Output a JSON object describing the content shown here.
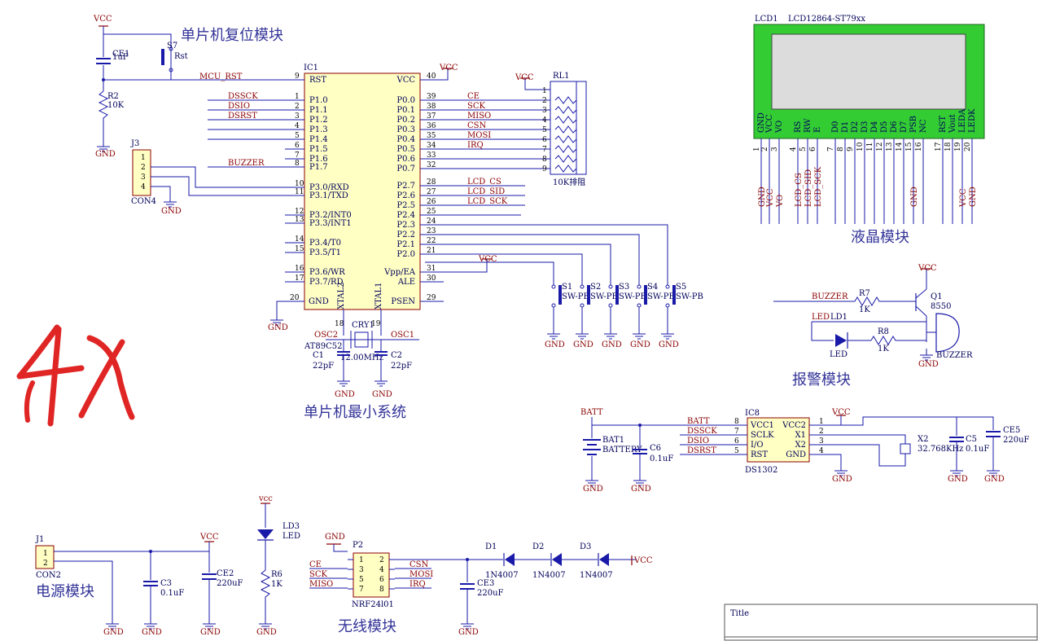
{
  "modules": {
    "reset": "单片机复位模块",
    "mcu": "单片机最小系统",
    "lcd": "液晶模块",
    "alarm": "报警模块",
    "power": "电源模块",
    "wireless": "无线模块"
  },
  "handwriting": "4x",
  "labels": {
    "vcc": "VCC",
    "vcc_lower": "vcc",
    "gnd": "GND",
    "mcu_rst": "MCU_RST",
    "buzzer_net": "BUZZER",
    "led_net": "LED",
    "osc1": "OSC1",
    "osc2": "OSC2",
    "batt": "BATT"
  },
  "ic1": {
    "ref": "IC1",
    "part": "AT89C52",
    "left_pins": [
      {
        "num": "9",
        "name": "RST"
      },
      {
        "num": "1",
        "name": "P1.0"
      },
      {
        "num": "2",
        "name": "P1.1"
      },
      {
        "num": "3",
        "name": "P1.2"
      },
      {
        "num": "4",
        "name": "P1.3"
      },
      {
        "num": "5",
        "name": "P1.4"
      },
      {
        "num": "6",
        "name": "P1.5"
      },
      {
        "num": "7",
        "name": "P1.6"
      },
      {
        "num": "8",
        "name": "P1.7"
      },
      {
        "num": "10",
        "name": "P3.0/RXD"
      },
      {
        "num": "11",
        "name": "P3.1/TXD"
      },
      {
        "num": "12",
        "name": "P3.2/INT0"
      },
      {
        "num": "13",
        "name": "P3.3/INT1"
      },
      {
        "num": "14",
        "name": "P3.4/T0"
      },
      {
        "num": "15",
        "name": "P3.5/T1"
      },
      {
        "num": "16",
        "name": "P3.6/WR"
      },
      {
        "num": "17",
        "name": "P3.7/RD"
      },
      {
        "num": "20",
        "name": "GND"
      }
    ],
    "right_pins": [
      {
        "num": "40",
        "name": "VCC"
      },
      {
        "num": "39",
        "name": "P0.0"
      },
      {
        "num": "38",
        "name": "P0.1"
      },
      {
        "num": "37",
        "name": "P0.2"
      },
      {
        "num": "36",
        "name": "P0.3"
      },
      {
        "num": "35",
        "name": "P0.4"
      },
      {
        "num": "34",
        "name": "P0.5"
      },
      {
        "num": "33",
        "name": "P0.6"
      },
      {
        "num": "32",
        "name": "P0.7"
      },
      {
        "num": "28",
        "name": "P2.7"
      },
      {
        "num": "27",
        "name": "P2.6"
      },
      {
        "num": "26",
        "name": "P2.5"
      },
      {
        "num": "25",
        "name": "P2.4"
      },
      {
        "num": "24",
        "name": "P2.3"
      },
      {
        "num": "23",
        "name": "P2.2"
      },
      {
        "num": "22",
        "name": "P2.1"
      },
      {
        "num": "21",
        "name": "P2.0"
      },
      {
        "num": "31",
        "name": "Vpp/EA"
      },
      {
        "num": "30",
        "name": "ALE"
      },
      {
        "num": "29",
        "name": "PSEN"
      }
    ],
    "xtal2": "XTAL2",
    "xtal1": "XTAL1",
    "xtal2_num": "18",
    "xtal1_num": "19"
  },
  "nets_p1": [
    "DSSCK",
    "DSIO",
    "DSRST"
  ],
  "nets_p0": [
    "CE",
    "SCK",
    "MISO",
    "CSN",
    "MOSI",
    "IRQ"
  ],
  "nets_p2": [
    "LCD_CS",
    "LCD_SID",
    "LCD_SCK"
  ],
  "reset_parts": {
    "s7": "S7",
    "s7_val": "Rst",
    "ce1": "CE1",
    "ce1_val": "1uF",
    "r2": "R2",
    "r2_val": "10K"
  },
  "j3": {
    "ref": "J3",
    "part": "CON4",
    "pins": [
      "1",
      "2",
      "3",
      "4"
    ]
  },
  "crystal": {
    "ref": "CRY1",
    "val": "12.00MHz",
    "c1": "C1",
    "c1_val": "22pF",
    "c2": "C2",
    "c2_val": "22pF"
  },
  "rl1": {
    "ref": "RL1",
    "val": "10K排阻",
    "pins": [
      "1",
      "2",
      "3",
      "4",
      "5",
      "6",
      "7",
      "8",
      "9"
    ]
  },
  "switches": [
    {
      "ref": "S1",
      "val": "SW-PB"
    },
    {
      "ref": "S2",
      "val": "SW-PB"
    },
    {
      "ref": "S3",
      "val": "SW-PB"
    },
    {
      "ref": "S4",
      "val": "SW-PB"
    },
    {
      "ref": "S5",
      "val": "SW-PB"
    }
  ],
  "lcd1": {
    "ref": "LCD1",
    "part": "LCD12864-ST79xx",
    "pins": [
      {
        "num": "1",
        "name": "GND"
      },
      {
        "num": "2",
        "name": "VCC"
      },
      {
        "num": "3",
        "name": "VO"
      },
      {
        "num": "4",
        "name": "RS"
      },
      {
        "num": "5",
        "name": "RW"
      },
      {
        "num": "6",
        "name": "E"
      },
      {
        "num": "7",
        "name": "D0"
      },
      {
        "num": "8",
        "name": "D1"
      },
      {
        "num": "9",
        "name": "D2"
      },
      {
        "num": "10",
        "name": "D3"
      },
      {
        "num": "11",
        "name": "D4"
      },
      {
        "num": "12",
        "name": "D5"
      },
      {
        "num": "13",
        "name": "D6"
      },
      {
        "num": "14",
        "name": "D7"
      },
      {
        "num": "15",
        "name": "PSB"
      },
      {
        "num": "16",
        "name": "NC"
      },
      {
        "num": "17",
        "name": "RST"
      },
      {
        "num": "18",
        "name": "Vout"
      },
      {
        "num": "19",
        "name": "LEDA"
      },
      {
        "num": "20",
        "name": "LEDK"
      }
    ],
    "bottom_nets": [
      "GND",
      "VCC",
      "VO",
      "LCD_CS",
      "LCD_SID",
      "LCD_SCK",
      "GND",
      "VCC",
      "GND"
    ]
  },
  "alarm_parts": {
    "r7": "R7",
    "r7_val": "1K",
    "q1": "Q1",
    "q1_val": "8550",
    "ld1": "LD1",
    "ld1_val": "LED",
    "r8": "R8",
    "r8_val": "1K",
    "buzzer": "BUZZER"
  },
  "ic8": {
    "ref": "IC8",
    "part": "DS1302",
    "left_pins": [
      {
        "num": "8",
        "name": "VCC1"
      },
      {
        "num": "7",
        "name": "SCLK"
      },
      {
        "num": "6",
        "name": "I/O"
      },
      {
        "num": "5",
        "name": "RST"
      }
    ],
    "right_pins": [
      {
        "num": "1",
        "name": "VCC2"
      },
      {
        "num": "2",
        "name": "X1"
      },
      {
        "num": "3",
        "name": "X2"
      },
      {
        "num": "4",
        "name": "GND"
      }
    ],
    "left_nets": [
      "BATT",
      "DSSCK",
      "DSIO",
      "DSRST"
    ]
  },
  "rtc_parts": {
    "bat1": "BAT1",
    "bat1_val": "BATTERY",
    "c6": "C6",
    "c6_val": "0.1uF",
    "x2": "X2",
    "x2_val": "32.768KHz",
    "c5": "C5",
    "c5_val": "0.1uF",
    "ce5": "CE5",
    "ce5_val": "220uF"
  },
  "power_parts": {
    "j1": "J1",
    "j1_val": "CON2",
    "j1_pins": [
      "1",
      "2"
    ],
    "c3": "C3",
    "c3_val": "0.1uF",
    "ce2": "CE2",
    "ce2_val": "220uF",
    "ld3": "LD3",
    "ld3_val": "LED",
    "r6": "R6",
    "r6_val": "1K"
  },
  "p2": {
    "ref": "P2",
    "part": "NRF24l01",
    "pins_left": [
      "1",
      "3",
      "5",
      "7"
    ],
    "pins_right": [
      "2",
      "4",
      "6",
      "8"
    ],
    "nets_left": [
      "CE",
      "SCK",
      "MISO"
    ],
    "nets_right": [
      "CSN",
      "MOSI",
      "IRQ"
    ]
  },
  "diodes": [
    {
      "ref": "D1",
      "val": "1N4007"
    },
    {
      "ref": "D2",
      "val": "1N4007"
    },
    {
      "ref": "D3",
      "val": "1N4007"
    }
  ],
  "ce3": {
    "ref": "CE3",
    "val": "220uF"
  },
  "title_block": {
    "title": "Title"
  }
}
